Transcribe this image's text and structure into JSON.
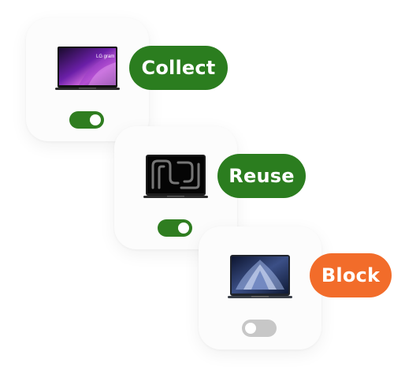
{
  "colors": {
    "green": "#2b7d1f",
    "orange": "#f26c2a",
    "toggle_on": "#2f7d20",
    "toggle_off": "#c7c7c7"
  },
  "items": [
    {
      "device": "LG gram laptop",
      "screen_text": "LG gram",
      "status_label": "Collect",
      "toggle_on": true
    },
    {
      "device": "MacBook Pro laptop",
      "status_label": "Reuse",
      "toggle_on": true
    },
    {
      "device": "MacBook Air laptop",
      "status_label": "Block",
      "toggle_on": false
    }
  ]
}
